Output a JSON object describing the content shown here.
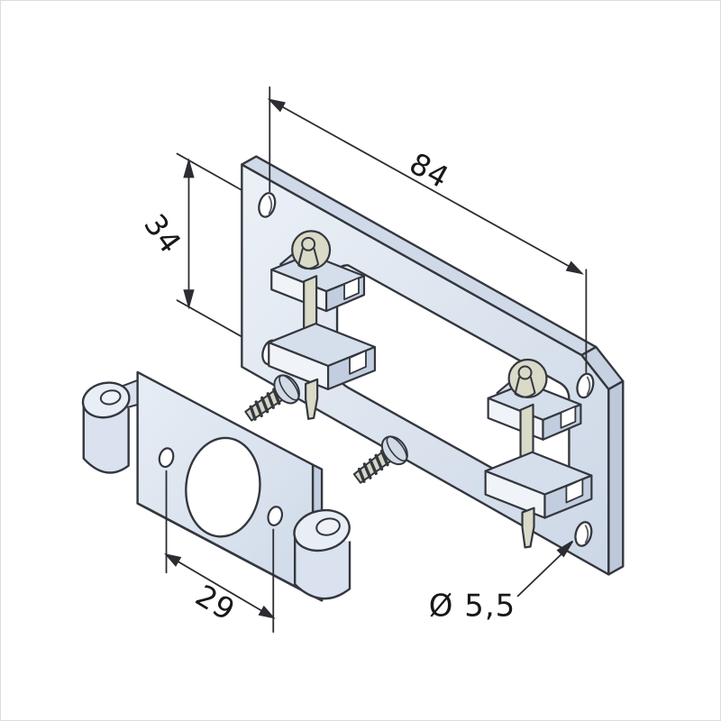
{
  "title": "Isometric technical drawing of mounting plate with clamp studs and hinge plate",
  "drawing": {
    "view": "isometric line drawing, scanned style",
    "background": "#ffffff",
    "annotations": {
      "width": {
        "label": "84"
      },
      "height": {
        "label": "34"
      },
      "front_width": {
        "label": "29"
      },
      "hole_diameter": {
        "label": "Ø 5,5"
      }
    },
    "parts": [
      {
        "name": "back-plate",
        "description": "rectangular mounting plate, chamfered top-right corner, rectangular window cutout, four Ø5,5 corner holes"
      },
      {
        "name": "clamp-left",
        "description": "clamp bracket pair with ball-head threaded stud"
      },
      {
        "name": "clamp-right",
        "description": "clamp bracket pair with ball-head threaded stud"
      },
      {
        "name": "screw-left",
        "description": "pan-head thread-forming screw"
      },
      {
        "name": "screw-middle",
        "description": "pan-head thread-forming screw"
      },
      {
        "name": "hinge-plate",
        "description": "front adapter plate with large bore, two small holes and two hinge barrels"
      }
    ],
    "palette": {
      "line": "#34373e",
      "dim_line": "#2b2d33",
      "face_light": "#e9eff6",
      "face_mid": "#d5dfec",
      "face_dark": "#bdc9db",
      "inner_face": "#f0f4f9",
      "stud": "#d9dac7",
      "text": "#17181a"
    }
  }
}
